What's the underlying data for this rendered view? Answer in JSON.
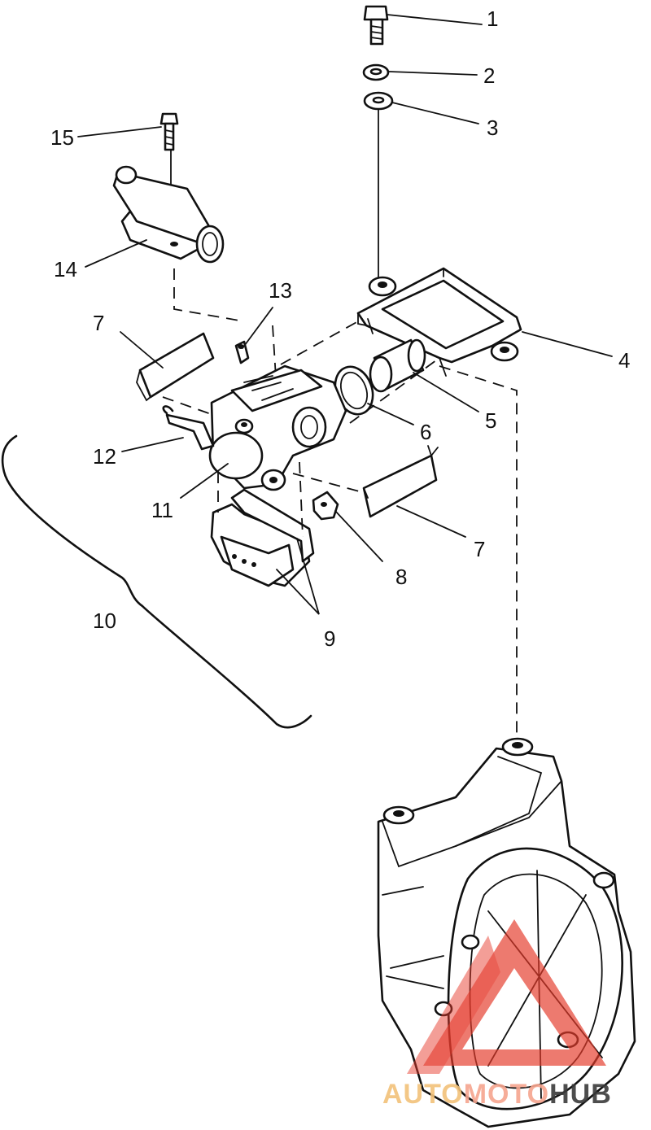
{
  "diagram": {
    "callouts": [
      "1",
      "2",
      "3",
      "4",
      "5",
      "6",
      "7",
      "7",
      "8",
      "9",
      "10",
      "11",
      "12",
      "13",
      "14",
      "15"
    ]
  },
  "watermark": {
    "part1": "AUTO",
    "part2": "MOTO",
    "part3": "HUB",
    "colors": {
      "auto": "#f2c27a",
      "moto": "#f6a58f",
      "hub": "#3a3a3a",
      "logo": "#e53b2b"
    }
  }
}
